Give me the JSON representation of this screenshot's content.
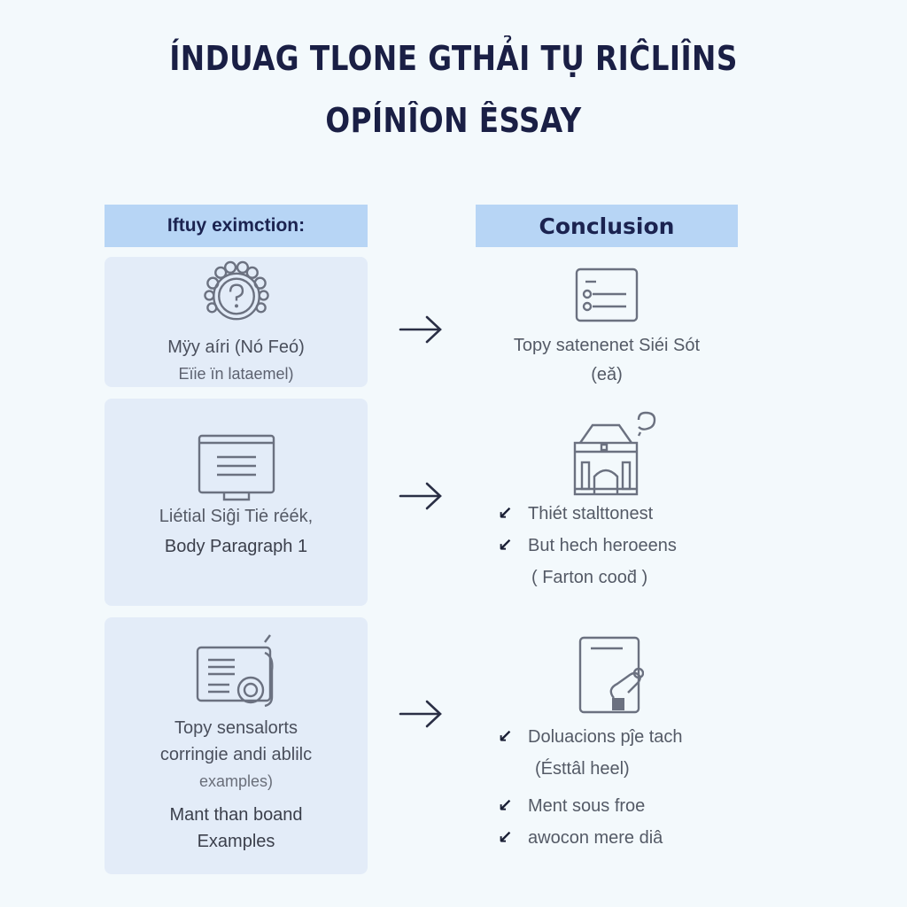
{
  "title": {
    "line1": "ÍNDUAG TLONE GTHẢI TỤ RIĈLIÎNS",
    "line2": "OPÍNÎON ÊSSAY"
  },
  "columns": {
    "left_header": "Iftuy eximction:",
    "right_header": "Conclusion"
  },
  "left_cards": [
    {
      "icon": "question-gear-icon",
      "lines": [
        "Mÿy aíri (Nó Feó)",
        "Eïie ïn lataemel)"
      ]
    },
    {
      "icon": "monitor-document-icon",
      "lines": [
        "Liétial Siĝi Tiė réék,",
        "Body Paragraph 1"
      ]
    },
    {
      "icon": "certificate-icon",
      "lines": [
        "Topy sensalorts",
        "corringie andi ablilc",
        "examples)",
        "Mant than boand",
        "Examples"
      ]
    }
  ],
  "arrows": [
    "right-arrow",
    "right-arrow",
    "right-arrow"
  ],
  "right_blocks": [
    {
      "icon": "list-card-icon",
      "lines": [
        "Topy satenenet Siéi Sót",
        "(eǎ)"
      ]
    },
    {
      "icon": "building-icon",
      "bullets": [
        "Thiét stalttonest",
        "But hech heroeens"
      ],
      "note": "( Farton cood̆ )"
    },
    {
      "icon": "document-pen-icon",
      "bullets": [
        "Doluacions pĵe tach"
      ],
      "note": "(Ésttâl heel)",
      "bullets_after": [
        "Ment sous froe",
        "awocon mere diâ"
      ]
    }
  ],
  "bullet_glyph": "↙",
  "colors": {
    "background": "#f3f9fc",
    "header_bar": "#b7d5f5",
    "card_bg": "#e3ecf8",
    "title_text": "#1a1f45",
    "icon_stroke": "#6b7180"
  }
}
